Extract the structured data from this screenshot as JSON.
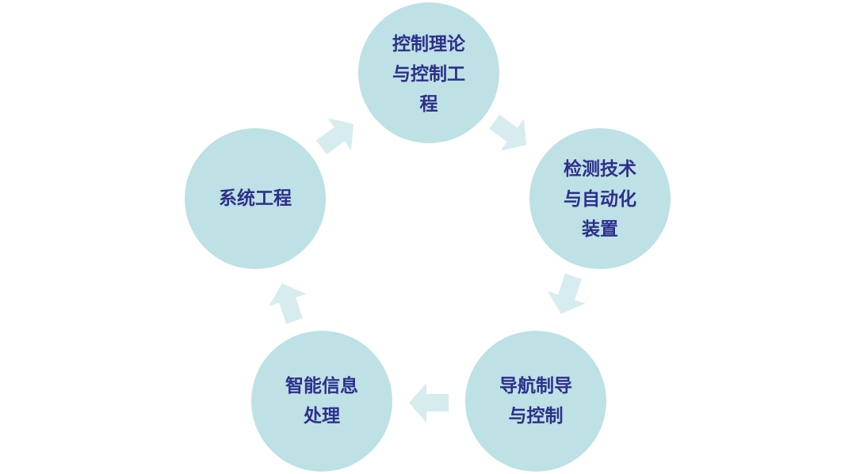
{
  "theme": {
    "circle_color": "#bde1e4",
    "arrow_color": "#d6ecee",
    "text_color": "#2e2f8c"
  },
  "nodes": [
    {
      "id": "n1",
      "label": "控制理论\n与控制工\n程"
    },
    {
      "id": "n2",
      "label": "检测技术\n与自动化\n装置"
    },
    {
      "id": "n3",
      "label": "导航制导\n与控制"
    },
    {
      "id": "n4",
      "label": "智能信息\n处理"
    },
    {
      "id": "n5",
      "label": "系统工程"
    }
  ],
  "arrows": [
    {
      "from": "控制理论与控制工程",
      "to": "检测技术与自动化装置"
    },
    {
      "from": "检测技术与自动化装置",
      "to": "导航制导与控制"
    },
    {
      "from": "导航制导与控制",
      "to": "智能信息处理"
    },
    {
      "from": "智能信息处理",
      "to": "系统工程"
    },
    {
      "from": "系统工程",
      "to": "控制理论与控制工程"
    }
  ]
}
